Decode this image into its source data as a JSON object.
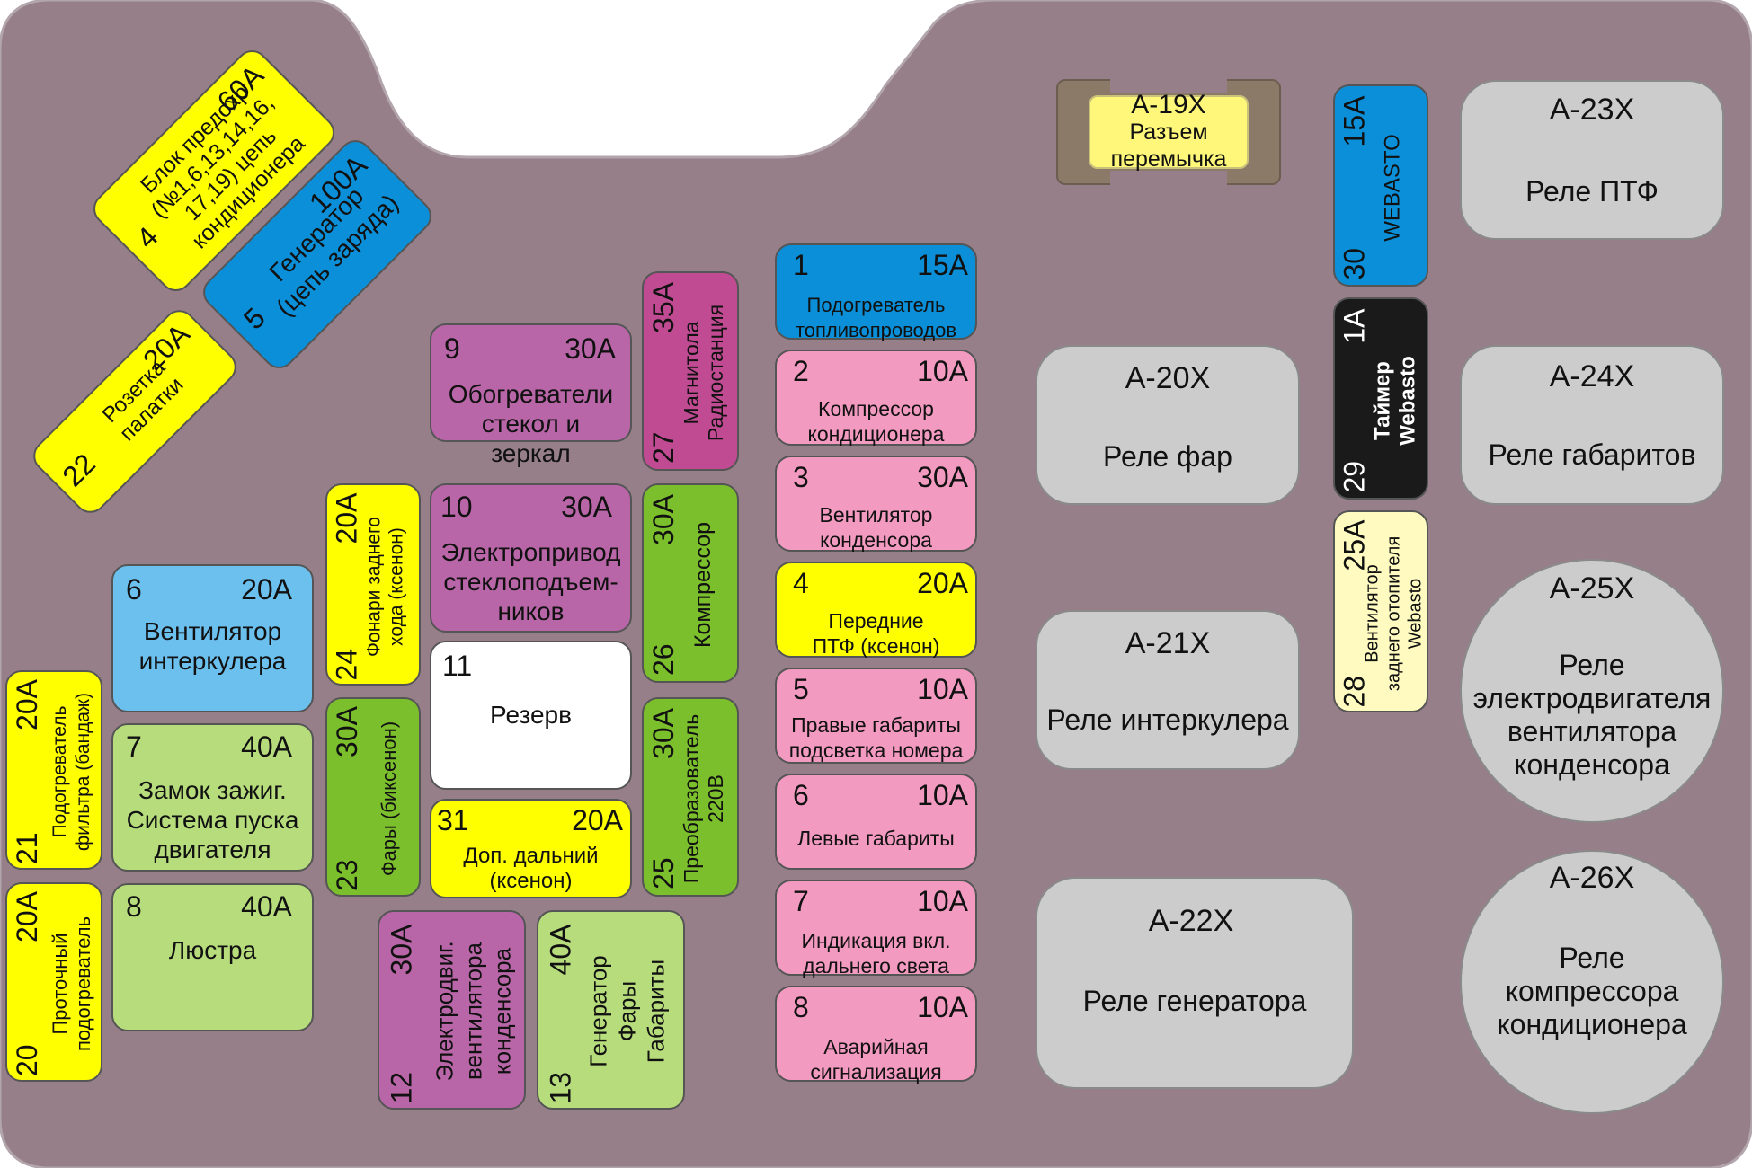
{
  "colors": {
    "panel": "#967f89",
    "yellow": "#ffff00",
    "blue": "#0a8fd8",
    "light_blue": "#6cc0ee",
    "pink": "#f39ac0",
    "purple": "#b966a8",
    "magenta": "#c04b92",
    "green": "#7cbf2c",
    "light_green": "#b6dc7c",
    "white": "#ffffff",
    "black": "#1a1a1a",
    "cream": "#fffbc0",
    "relay_gray": "#cccccc",
    "connector_brown": "#8b7a68",
    "connector_yellow": "#fff77a"
  },
  "fuses": {
    "f4": {
      "num": "4",
      "amp": "60A",
      "desc": "Блок предохр (№1,6,13,14,16, 17,19) цепь кондиционера",
      "desc_lines": [
        "Блок предохр",
        "(№1,6,13,14,16,",
        "17,19) цепь",
        "кондиционера"
      ]
    },
    "f5": {
      "num": "5",
      "amp": "100A",
      "desc_lines": [
        "Генератор",
        "(цепь заряда)"
      ]
    },
    "f22": {
      "num": "22",
      "amp": "20A",
      "desc_lines": [
        "Розетка",
        "палатки"
      ]
    },
    "f9": {
      "num": "9",
      "amp": "30A",
      "desc_lines": [
        "Обогреватели",
        "стекол и",
        "зеркал"
      ]
    },
    "f10": {
      "num": "10",
      "amp": "30A",
      "desc_lines": [
        "Электропривод",
        "стеклоподъем-",
        "ников"
      ]
    },
    "f11": {
      "num": "11",
      "desc": "Резерв"
    },
    "f31": {
      "num": "31",
      "amp": "20A",
      "desc_lines": [
        "Доп. дальний",
        "(ксенон)"
      ]
    },
    "f27": {
      "num": "27",
      "amp": "35A",
      "desc_lines": [
        "Магнитола",
        "Радиостанция"
      ]
    },
    "f26": {
      "num": "26",
      "amp": "30A",
      "desc": "Компрессор"
    },
    "f25": {
      "num": "25",
      "amp": "30A",
      "desc_lines": [
        "Преобразователь",
        "220В"
      ]
    },
    "f24": {
      "num": "24",
      "amp": "20A",
      "desc_lines": [
        "Фонари заднего",
        "хода (ксенон)"
      ]
    },
    "f23": {
      "num": "23",
      "amp": "30A",
      "desc": "Фары (биксенон)"
    },
    "f12": {
      "num": "12",
      "amp": "30A",
      "desc_lines": [
        "Электродвиг.",
        "вентилятора",
        "конденсора"
      ]
    },
    "f13": {
      "num": "13",
      "amp": "40A",
      "desc_lines": [
        "Генератор",
        "Фары",
        "Габариты"
      ]
    },
    "f6": {
      "num": "6",
      "amp": "20A",
      "desc_lines": [
        "Вентилятор",
        "интеркулера"
      ]
    },
    "f7": {
      "num": "7",
      "amp": "40A",
      "desc_lines": [
        "Замок зажиг.",
        "Система пуска",
        "двигателя"
      ]
    },
    "f8": {
      "num": "8",
      "amp": "40A",
      "desc": "Люстра"
    },
    "f21": {
      "num": "21",
      "amp": "20A",
      "desc_lines": [
        "Подогреватель",
        "фильтра (бандаж)"
      ]
    },
    "f20": {
      "num": "20",
      "amp": "20A",
      "desc_lines": [
        "Проточный",
        "подогреватель"
      ]
    },
    "m1": {
      "num": "1",
      "amp": "15A",
      "desc_lines": [
        "Подогреватель",
        "топливопроводов"
      ]
    },
    "m2": {
      "num": "2",
      "amp": "10A",
      "desc_lines": [
        "Компрессор",
        "кондиционера"
      ]
    },
    "m3": {
      "num": "3",
      "amp": "30A",
      "desc_lines": [
        "Вентилятор",
        "конденсора"
      ]
    },
    "m4": {
      "num": "4",
      "amp": "20A",
      "desc_lines": [
        "Передние",
        "ПТФ (ксенон)"
      ]
    },
    "m5": {
      "num": "5",
      "amp": "10A",
      "desc_lines": [
        "Правые габариты",
        "подсветка номера"
      ]
    },
    "m6": {
      "num": "6",
      "amp": "10A",
      "desc": "Левые габариты"
    },
    "m7": {
      "num": "7",
      "amp": "10A",
      "desc_lines": [
        "Индикация вкл.",
        "дальнего света"
      ]
    },
    "m8": {
      "num": "8",
      "amp": "10A",
      "desc_lines": [
        "Аварийная",
        "сигнализация"
      ]
    },
    "f30": {
      "num": "30",
      "amp": "15A",
      "desc": "WEBASTO"
    },
    "f29": {
      "num": "29",
      "amp": "1A",
      "desc_lines": [
        "Таймер",
        "Webasto"
      ]
    },
    "f28": {
      "num": "28",
      "amp": "25A",
      "desc_lines": [
        "Вентилятор",
        "заднего отопителя",
        "Webasto"
      ]
    }
  },
  "connector": {
    "name": "A-19X",
    "desc_lines": [
      "Разъем",
      "перемычка"
    ]
  },
  "relays": {
    "r20": {
      "name": "A-20X",
      "desc": "Реле фар"
    },
    "r21": {
      "name": "A-21X",
      "desc": "Реле интеркулера"
    },
    "r22": {
      "name": "A-22X",
      "desc": "Реле генератора"
    },
    "r23": {
      "name": "A-23X",
      "desc": "Реле ПТФ"
    },
    "r24": {
      "name": "A-24X",
      "desc": "Реле габаритов"
    },
    "r25": {
      "name": "A-25X",
      "desc_lines": [
        "Реле",
        "электродвигателя",
        "вентилятора",
        "конденсора"
      ]
    },
    "r26": {
      "name": "A-26X",
      "desc_lines": [
        "Реле",
        "компрессора",
        "кондиционера"
      ]
    }
  }
}
